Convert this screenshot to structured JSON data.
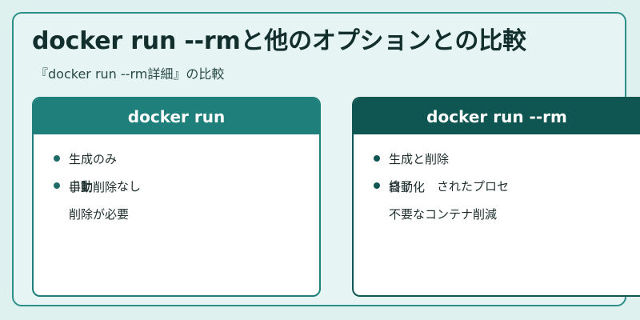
{
  "page": {
    "title": "docker run --rmと他のオプションとの比較",
    "subtitle": "『docker run --rm詳細』の比較"
  },
  "cards": [
    {
      "header": "docker run",
      "items": [
        "生成のみ",
        "手動削除",
        "自動",
        "削除が必要"
      ],
      "overlap_text": "なし"
    },
    {
      "header": "docker run --rm",
      "items": [
        "生成と削除",
        "自動化",
        "終了",
        "不要なコンテナ削減"
      ],
      "overlap_text": "されたプロセ"
    }
  ],
  "colors": {
    "background": "#dff1ef",
    "frame_border": "#2e8f88",
    "left_header": "#1e7f7b",
    "right_header": "#0f5552",
    "title_text": "#122f2d"
  }
}
